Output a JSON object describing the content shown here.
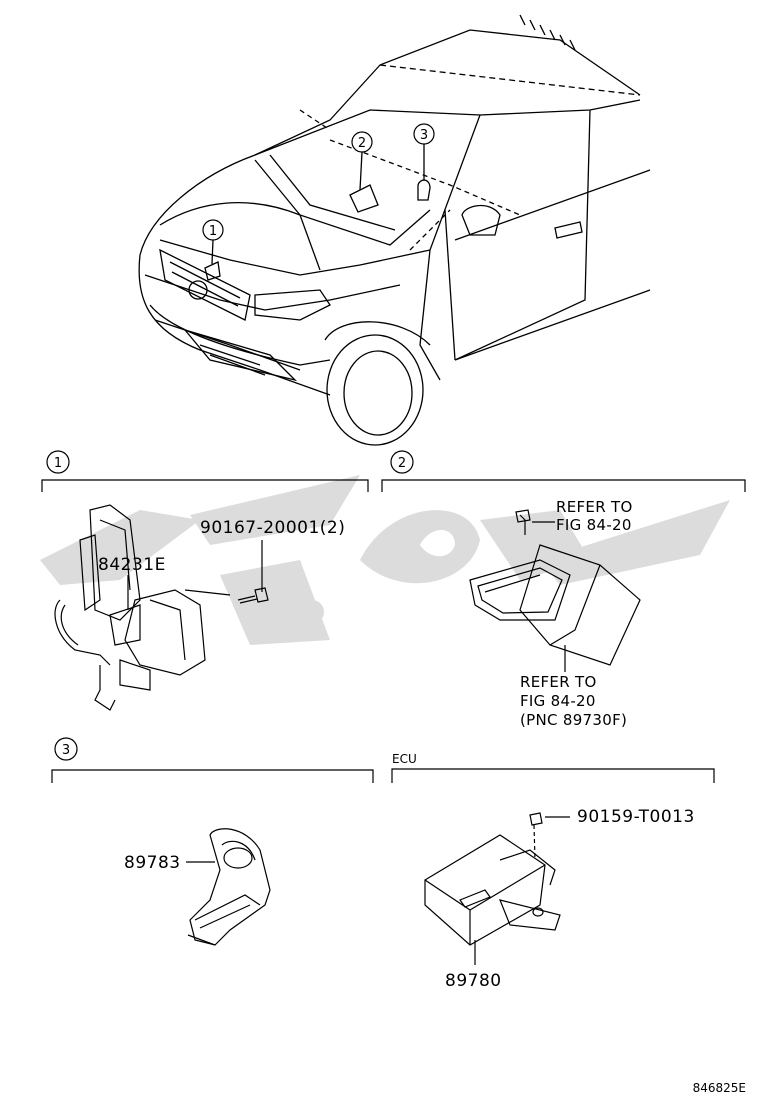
{
  "callouts": {
    "c1": "1",
    "c2": "2",
    "c3": "3"
  },
  "sections": {
    "s1": {
      "number": "1"
    },
    "s2": {
      "number": "2"
    },
    "s3": {
      "number": "3"
    },
    "ecu": {
      "label": "ECU"
    }
  },
  "parts": {
    "p84231E": "84231E",
    "p90167": "90167-20001(2)",
    "p89783": "89783",
    "p90159": "90159-T0013",
    "p89780": "89780"
  },
  "refs": {
    "r1_line1": "REFER TO",
    "r1_line2": "FIG 84-20",
    "r2_line1": "REFER TO",
    "r2_line2": "FIG 84-20",
    "r2_line3": "(PNC 89730F)"
  },
  "footer": {
    "code": "846825E"
  },
  "colors": {
    "watermark": "#d9d9d9",
    "ink": "#000000"
  }
}
